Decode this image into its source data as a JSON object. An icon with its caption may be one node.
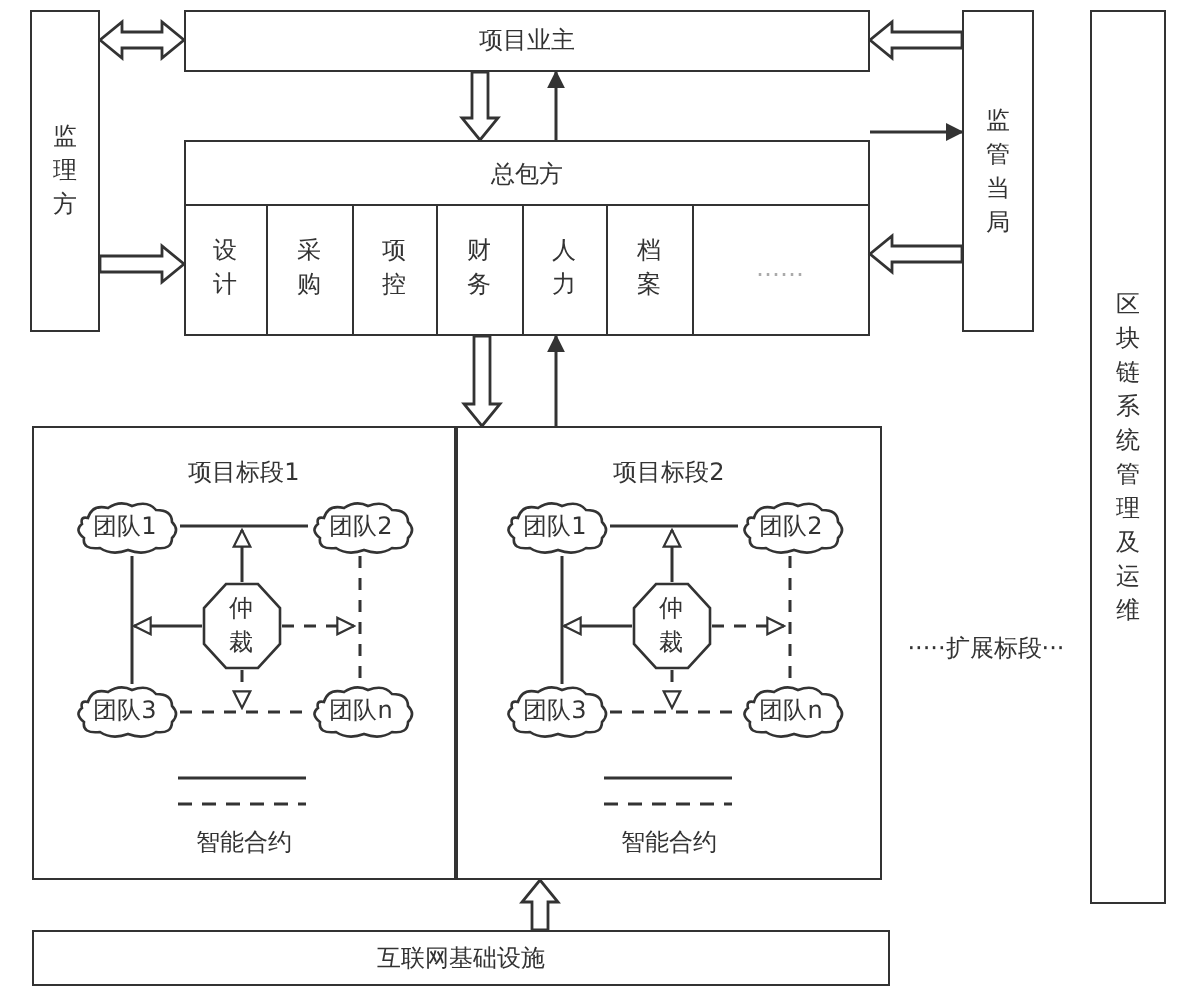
{
  "diagram": {
    "nodes": [
      {
        "text": [
          "监理方"
        ]
      },
      {
        "text": [
          "项目业主"
        ]
      },
      {
        "text": [
          "监管当局"
        ]
      },
      {
        "text": [
          "区块链系统管理及运维"
        ]
      },
      {
        "text": [
          "总包方"
        ]
      },
      {
        "text": [
          "设计"
        ],
        "in": 4
      },
      {
        "text": [
          "采购"
        ],
        "in": 4
      },
      {
        "text": [
          "项控"
        ],
        "in": 4
      },
      {
        "text": [
          "财务"
        ],
        "in": 4
      },
      {
        "text": [
          "人力"
        ],
        "in": 4
      },
      {
        "text": [
          "档案"
        ],
        "in": 4
      },
      {
        "text": [
          "……"
        ],
        "in": 4
      },
      {
        "text": [
          "项目标段1",
          "智能合约"
        ]
      },
      {
        "text": [
          "团队1"
        ],
        "in": 12
      },
      {
        "text": [
          "团队2"
        ],
        "in": 12
      },
      {
        "text": [
          "仲裁"
        ],
        "in": 12
      },
      {
        "text": [
          "团队3"
        ],
        "in": 12
      },
      {
        "text": [
          "团队n"
        ],
        "in": 12
      },
      {
        "text": [
          "项目标段2",
          "智能合约"
        ]
      },
      {
        "text": [
          "团队1"
        ],
        "in": 18
      },
      {
        "text": [
          "团队2"
        ],
        "in": 18
      },
      {
        "text": [
          "仲裁"
        ],
        "in": 18
      },
      {
        "text": [
          "团队3"
        ],
        "in": 18
      },
      {
        "text": [
          "团队n"
        ],
        "in": 18
      },
      {
        "text": [
          "互联网基础设施"
        ]
      }
    ],
    "edges": [
      {
        "from": 0,
        "to": 1,
        "arrow": "both",
        "style": "thick"
      },
      {
        "from": 2,
        "to": 1,
        "arrow": "to",
        "style": "thick"
      },
      {
        "from": 1,
        "to": 4,
        "arrow": "to",
        "style": "thick"
      },
      {
        "from": 4,
        "to": 1,
        "arrow": "to"
      },
      {
        "from": 4,
        "to": 2,
        "arrow": "to"
      },
      {
        "from": 0,
        "to": 4,
        "arrow": "to",
        "style": "thick"
      },
      {
        "from": 2,
        "to": 4,
        "arrow": "to",
        "style": "thick"
      },
      {
        "from": 4,
        "to": 18,
        "arrow": "to",
        "style": "thick"
      },
      {
        "from": 18,
        "to": 4,
        "arrow": "to"
      },
      {
        "from": 24,
        "to": 18,
        "arrow": "to",
        "style": "thick"
      },
      {
        "from": 13,
        "to": 14,
        "arrow": "none"
      },
      {
        "from": 13,
        "to": 16,
        "arrow": "none"
      },
      {
        "from": 14,
        "to": 17,
        "arrow": "none",
        "style": "dashed"
      },
      {
        "from": 16,
        "to": 17,
        "arrow": "none",
        "style": "dashed"
      },
      {
        "from": 15,
        "to": null,
        "arrow": "to"
      },
      {
        "from": 15,
        "to": null,
        "arrow": "to"
      },
      {
        "from": 15,
        "to": null,
        "arrow": "to",
        "style": "dashed"
      },
      {
        "from": 15,
        "to": null,
        "arrow": "to",
        "style": "dashed"
      },
      {
        "from": 19,
        "to": 20,
        "arrow": "none"
      },
      {
        "from": 19,
        "to": 22,
        "arrow": "none"
      },
      {
        "from": 20,
        "to": 23,
        "arrow": "none",
        "style": "dashed"
      },
      {
        "from": 22,
        "to": 23,
        "arrow": "none",
        "style": "dashed"
      },
      {
        "from": 21,
        "to": null,
        "arrow": "to"
      },
      {
        "from": 21,
        "to": null,
        "arrow": "to"
      },
      {
        "from": 21,
        "to": null,
        "arrow": "to",
        "style": "dashed"
      },
      {
        "from": 21,
        "to": null,
        "arrow": "to",
        "style": "dashed"
      }
    ],
    "labels": [
      "·····扩展标段···"
    ]
  }
}
